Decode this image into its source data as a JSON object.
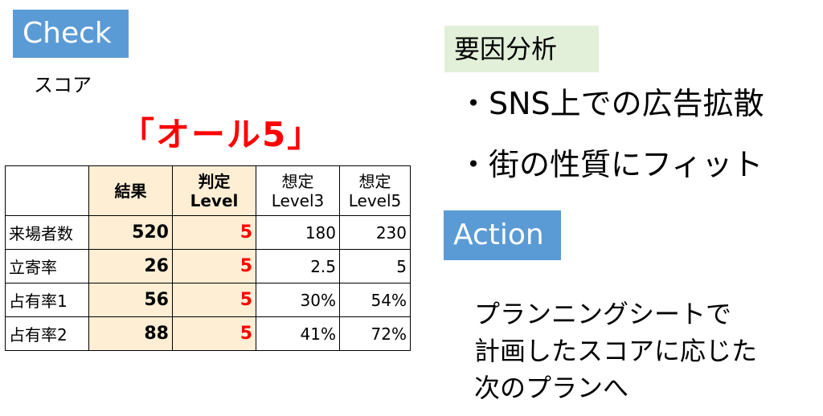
{
  "check": {
    "label": "Check"
  },
  "score": {
    "label": "スコア",
    "headline": "「オール5」"
  },
  "table": {
    "headers": {
      "blank": "",
      "result": "結果",
      "judge": [
        "判定",
        "Level"
      ],
      "level3": [
        "想定",
        "Level3"
      ],
      "level5": [
        "想定",
        "Level5"
      ]
    },
    "rows": [
      {
        "label": "来場者数",
        "result": "520",
        "judge": "5",
        "level3": "180",
        "level5": "230"
      },
      {
        "label": "立寄率",
        "result": "26",
        "judge": "5",
        "level3": "2.5",
        "level5": "5"
      },
      {
        "label": "占有率1",
        "result": "56",
        "judge": "5",
        "level3": "30%",
        "level5": "54%"
      },
      {
        "label": "占有率2",
        "result": "88",
        "judge": "5",
        "level3": "41%",
        "level5": "72%"
      }
    ]
  },
  "factors": {
    "label": "要因分析",
    "items": [
      "・SNS上での広告拡散",
      "・街の性質にフィット"
    ]
  },
  "action": {
    "label": "Action",
    "lines": [
      "プランニングシートで",
      "計画したスコアに応じた",
      "次のプランへ"
    ]
  },
  "colors": {
    "tag_blue": "#5b9bd5",
    "tag_green": "#e2f0d9",
    "highlight_red": "#ff0000",
    "table_shade": "#fdeed4"
  }
}
